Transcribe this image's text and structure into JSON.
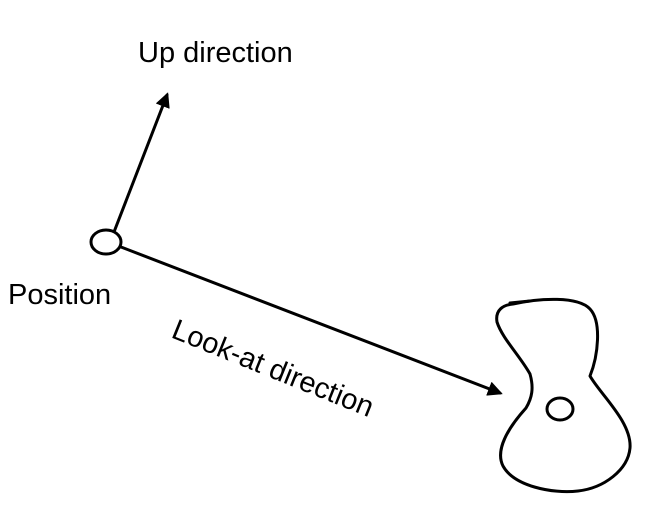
{
  "labels": {
    "up_direction": "Up direction",
    "position": "Position",
    "look_at_direction": "Look-at direction"
  },
  "colors": {
    "ink": "#000000",
    "background": "#ffffff"
  }
}
